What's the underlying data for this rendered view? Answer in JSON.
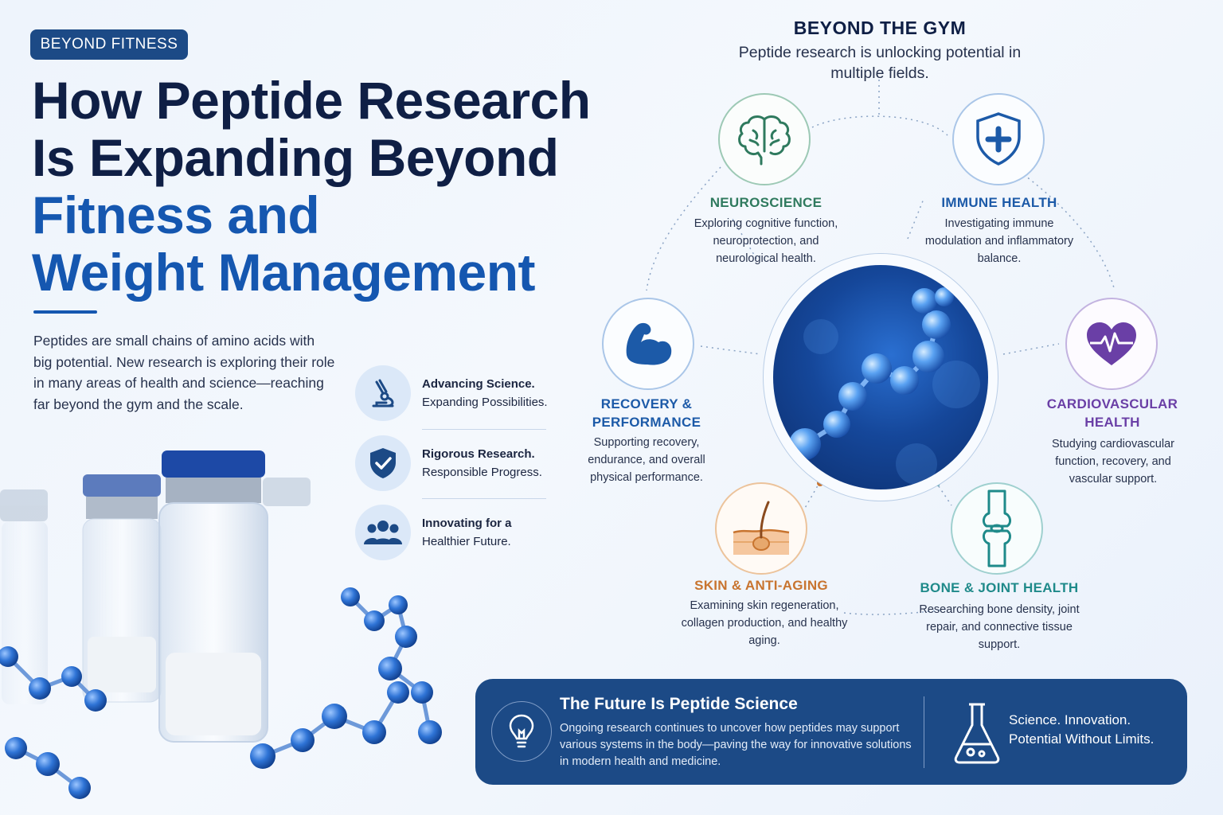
{
  "left": {
    "badge": "BEYOND FITNESS",
    "headline": {
      "line1": "How Peptide Research",
      "line2": "Is Expanding Beyond",
      "line3": "Fitness and",
      "line4": "Weight Management"
    },
    "intro": "Peptides are small chains of amino acids with big potential. New research is exploring their role in many areas of health and science—reaching far beyond the gym and the scale.",
    "features": [
      {
        "icon": "microscope-icon",
        "bold": "Advancing Science.",
        "text": "Expanding Possibilities."
      },
      {
        "icon": "shield-check-icon",
        "bold": "Rigorous Research.",
        "text": "Responsible Progress."
      },
      {
        "icon": "people-icon",
        "bold": "Innovating for a",
        "text": "Healthier Future."
      }
    ]
  },
  "right": {
    "title": "BEYOND THE GYM",
    "subtitle": "Peptide research is unlocking potential in multiple fields.",
    "categories": {
      "neuro": {
        "title": "NEUROSCIENCE",
        "desc": "Exploring cognitive function, neuroprotection, and neurological health.",
        "icon": "brain-icon",
        "color": "#2f7a5e"
      },
      "immune": {
        "title": "IMMUNE HEALTH",
        "desc": "Investigating immune modulation and inflammatory balance.",
        "icon": "shield-plus-icon",
        "color": "#1c5aa8"
      },
      "recovery": {
        "title": "RECOVERY & PERFORMANCE",
        "desc": "Supporting recovery, endurance, and overall physical performance.",
        "icon": "flexed-arm-icon",
        "color": "#1c5aa8"
      },
      "cardio": {
        "title": "CARDIOVASCULAR HEALTH",
        "desc": "Studying cardiovascular function, recovery, and vascular support.",
        "icon": "heart-pulse-icon",
        "color": "#6a3fa6"
      },
      "skin": {
        "title": "SKIN & ANTI-AGING",
        "desc": "Examining skin regeneration, collagen production, and healthy aging.",
        "icon": "skin-layer-icon",
        "color": "#c8742f"
      },
      "bone": {
        "title": "BONE & JOINT HEALTH",
        "desc": "Researching bone density, joint repair, and connective tissue support.",
        "icon": "knee-joint-icon",
        "color": "#1f8a8a"
      }
    }
  },
  "footer": {
    "title": "The Future Is Peptide Science",
    "text": "Ongoing research continues to uncover how peptides may support various systems in the body—paving the way for innovative solutions in modern health and medicine.",
    "tag_line1": "Science. Innovation.",
    "tag_line2": "Potential Without Limits.",
    "icons": [
      "lightbulb-icon",
      "flask-icon"
    ]
  }
}
